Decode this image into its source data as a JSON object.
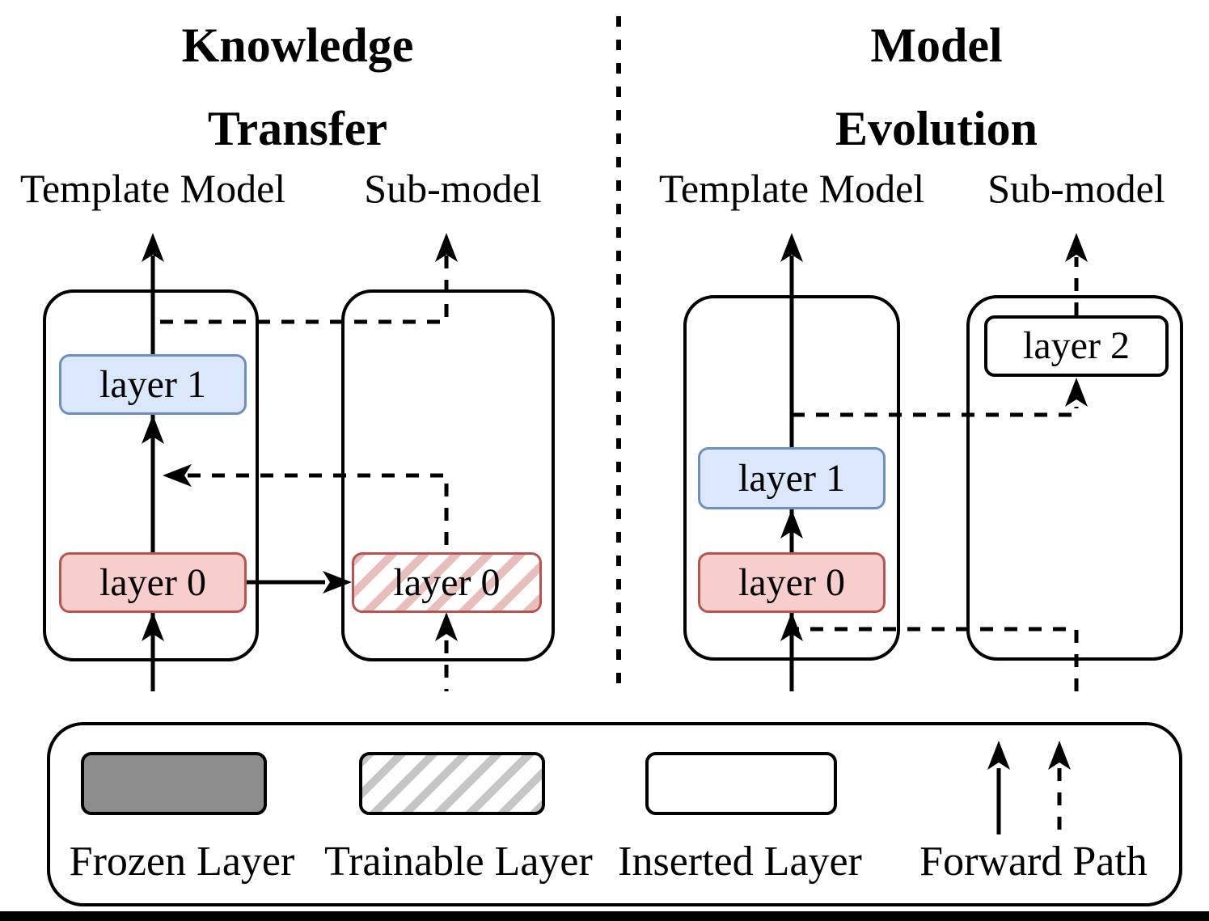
{
  "kt": {
    "title_line1": "Knowledge",
    "title_line2": "Transfer",
    "template_label": "Template Model",
    "submodel_label": "Sub-model",
    "template_layer1": "layer 1",
    "template_layer0": "layer 0",
    "submodel_layer0": "layer 0"
  },
  "me": {
    "title_line1": "Model",
    "title_line2": "Evolution",
    "template_label": "Template Model",
    "submodel_label": "Sub-model",
    "template_layer1": "layer 1",
    "template_layer0": "layer 0",
    "submodel_layer2": "layer 2"
  },
  "legend": {
    "frozen_label": "Frozen Layer",
    "trainable_label": "Trainable Layer",
    "inserted_label": "Inserted Layer",
    "forward_label": "Forward Path"
  },
  "colors": {
    "blue-fill": "#dbe8fb",
    "blue-stroke": "#6d8ebf",
    "red-fill": "#f8cecc",
    "red-stroke": "#b85450",
    "red-hatch": "rgba(203,112,107,0.45)",
    "gray-hatch": "rgba(150,150,150,0.55)",
    "legend-gray": "#8c8c8c",
    "line-black": "#000000"
  }
}
